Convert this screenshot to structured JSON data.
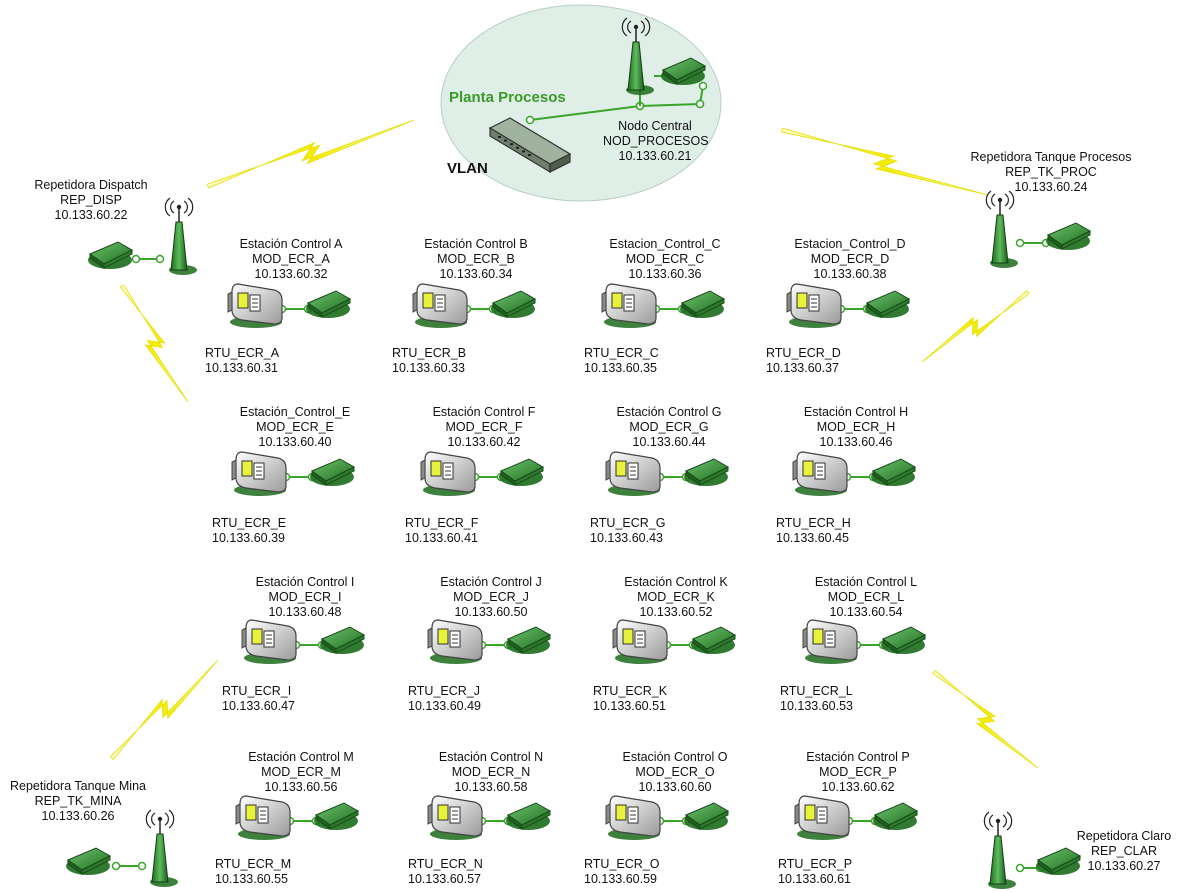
{
  "central": {
    "plant_label": "Planta Procesos",
    "vlan_label": "VLAN",
    "lines": [
      "Nodo Central",
      "NOD_PROCESOS",
      "10.133.60.21"
    ]
  },
  "repeaters": [
    {
      "id": "disp",
      "lines": [
        "Repetidora Dispatch",
        "REP_DISP",
        "10.133.60.22"
      ]
    },
    {
      "id": "tkproc",
      "lines": [
        "Repetidora Tanque Procesos",
        "REP_TK_PROC",
        "10.133.60.24"
      ]
    },
    {
      "id": "tkmina",
      "lines": [
        "Repetidora Tanque Mina",
        "REP_TK_MINA",
        "10.133.60.26"
      ]
    },
    {
      "id": "clar",
      "lines": [
        "Repetidora Claro",
        "REP_CLAR",
        "10.133.60.27"
      ]
    }
  ],
  "stations": [
    {
      "name": "Estación Control A",
      "mod": "MOD_ECR_A",
      "mod_ip": "10.133.60.32",
      "rtu": "RTU_ECR_A",
      "rtu_ip": "10.133.60.31"
    },
    {
      "name": "Estación Control B",
      "mod": "MOD_ECR_B",
      "mod_ip": "10.133.60.34",
      "rtu": "RTU_ECR_B",
      "rtu_ip": "10.133.60.33"
    },
    {
      "name": "Estacion_Control_C",
      "mod": "MOD_ECR_C",
      "mod_ip": "10.133.60.36",
      "rtu": "RTU_ECR_C",
      "rtu_ip": "10.133.60.35"
    },
    {
      "name": "Estacion_Control_D",
      "mod": "MOD_ECR_D",
      "mod_ip": "10.133.60.38",
      "rtu": "RTU_ECR_D",
      "rtu_ip": "10.133.60.37"
    },
    {
      "name": "Estación_Control_E",
      "mod": "MOD_ECR_E",
      "mod_ip": "10.133.60.40",
      "rtu": "RTU_ECR_E",
      "rtu_ip": "10.133.60.39"
    },
    {
      "name": "Estación Control F",
      "mod": "MOD_ECR_F",
      "mod_ip": "10.133.60.42",
      "rtu": "RTU_ECR_F",
      "rtu_ip": "10.133.60.41"
    },
    {
      "name": "Estación Control G",
      "mod": "MOD_ECR_G",
      "mod_ip": "10.133.60.44",
      "rtu": "RTU_ECR_G",
      "rtu_ip": "10.133.60.43"
    },
    {
      "name": "Estación Control H",
      "mod": "MOD_ECR_H",
      "mod_ip": "10.133.60.46",
      "rtu": "RTU_ECR_H",
      "rtu_ip": "10.133.60.45"
    },
    {
      "name": "Estación Control I",
      "mod": "MOD_ECR_I",
      "mod_ip": "10.133.60.48",
      "rtu": "RTU_ECR_I",
      "rtu_ip": "10.133.60.47"
    },
    {
      "name": "Estación Control J",
      "mod": "MOD_ECR_J",
      "mod_ip": "10.133.60.50",
      "rtu": "RTU_ECR_J",
      "rtu_ip": "10.133.60.49"
    },
    {
      "name": "Estación Control K",
      "mod": "MOD_ECR_K",
      "mod_ip": "10.133.60.52",
      "rtu": "RTU_ECR_K",
      "rtu_ip": "10.133.60.51"
    },
    {
      "name": "Estación Control L",
      "mod": "MOD_ECR_L",
      "mod_ip": "10.133.60.54",
      "rtu": "RTU_ECR_L",
      "rtu_ip": "10.133.60.53"
    },
    {
      "name": "Estación Control M",
      "mod": "MOD_ECR_M",
      "mod_ip": "10.133.60.56",
      "rtu": "RTU_ECR_M",
      "rtu_ip": "10.133.60.55"
    },
    {
      "name": "Estación Control N",
      "mod": "MOD_ECR_N",
      "mod_ip": "10.133.60.58",
      "rtu": "RTU_ECR_N",
      "rtu_ip": "10.133.60.57"
    },
    {
      "name": "Estación Control O",
      "mod": "MOD_ECR_O",
      "mod_ip": "10.133.60.60",
      "rtu": "RTU_ECR_O",
      "rtu_ip": "10.133.60.59"
    },
    {
      "name": "Estación Control P",
      "mod": "MOD_ECR_P",
      "mod_ip": "10.133.60.62",
      "rtu": "RTU_ECR_P",
      "rtu_ip": "10.133.60.61"
    }
  ],
  "colors": {
    "ellipse_fill": "#dfeee6",
    "device_green": "#2f8a2f",
    "link_green": "#3aa52a",
    "lightning": "#f5f000"
  },
  "icons": [
    "antenna-icon",
    "radio-modem-icon",
    "rtu-icon",
    "network-switch-icon",
    "lightning-link-icon"
  ]
}
